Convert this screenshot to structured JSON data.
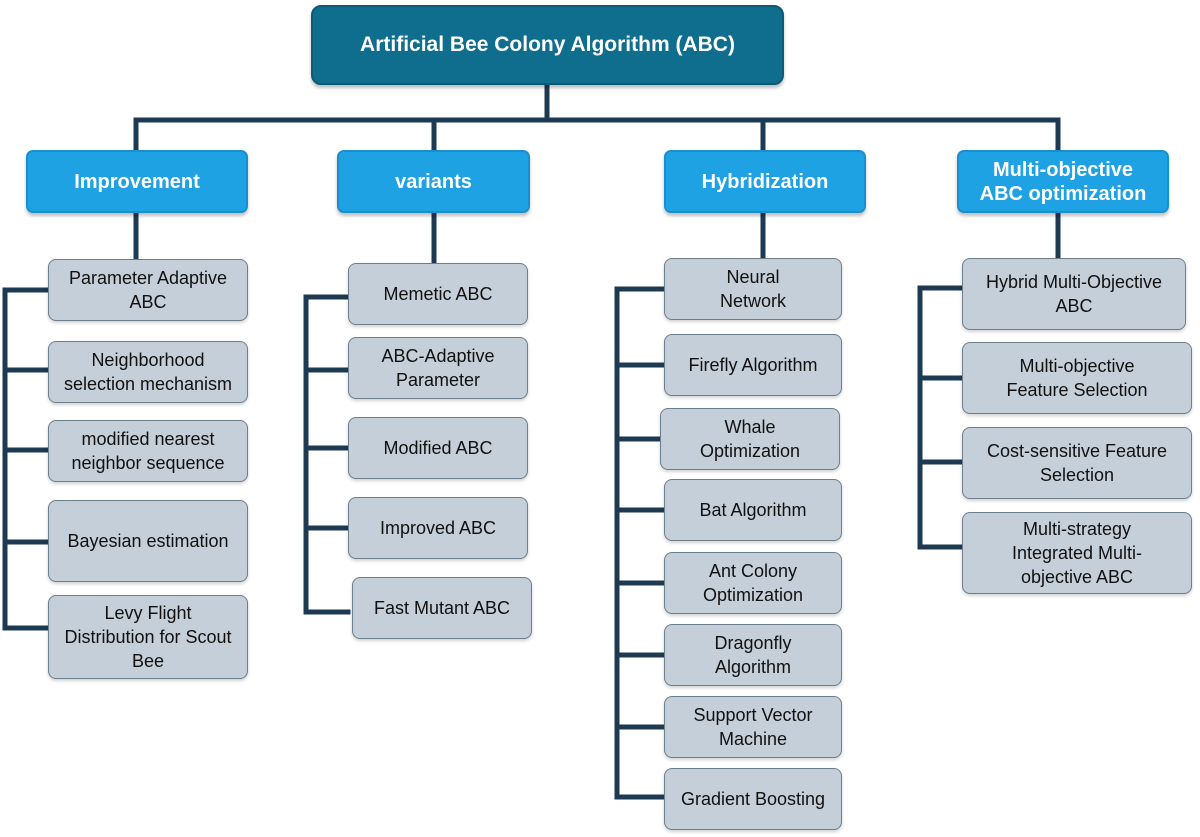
{
  "colors": {
    "root_fill": "#0f6d8e",
    "category_fill": "#1ea2e4",
    "leaf_fill": "#c5cfd9",
    "connector": "#1e3a52",
    "text_light": "#ffffff",
    "text_dark": "#111111"
  },
  "root": {
    "label": "Artificial Bee Colony Algorithm (ABC)"
  },
  "categories": [
    {
      "label": "Improvement",
      "items": [
        "Parameter Adaptive\nABC",
        "Neighborhood\nselection mechanism",
        "modified nearest\nneighbor sequence",
        "Bayesian estimation",
        "Levy Flight\nDistribution for Scout\nBee"
      ]
    },
    {
      "label": "variants",
      "items": [
        "Memetic ABC",
        "ABC-Adaptive\nParameter",
        "Modified ABC",
        "Improved ABC",
        "Fast Mutant ABC"
      ]
    },
    {
      "label": "Hybridization",
      "items": [
        "Neural\nNetwork",
        "Firefly Algorithm",
        "Whale\nOptimization",
        "Bat Algorithm",
        "Ant Colony\nOptimization",
        "Dragonfly\nAlgorithm",
        "Support Vector\nMachine",
        "Gradient Boosting"
      ]
    },
    {
      "label": "Multi-objective\nABC optimization",
      "items": [
        "Hybrid Multi-Objective\nABC",
        "Multi-objective\nFeature Selection",
        "Cost-sensitive Feature\nSelection",
        "Multi-strategy\nIntegrated Multi-\nobjective ABC"
      ]
    }
  ]
}
